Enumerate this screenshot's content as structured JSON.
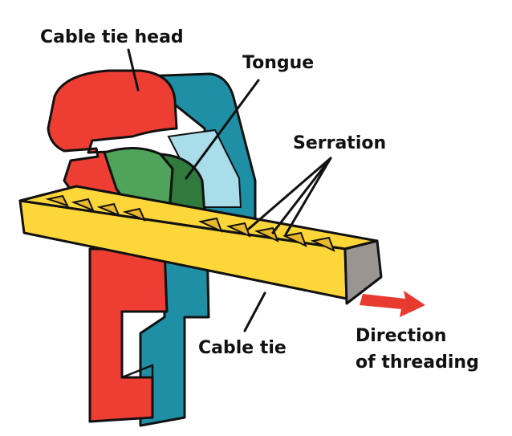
{
  "labels": {
    "cable_tie_head": "Cable tie head",
    "tongue": "Tongue",
    "serration": "Serration",
    "cable_tie": "Cable tie",
    "direction_line1": "Direction",
    "direction_line2": "of threading"
  },
  "colors": {
    "head_red": "#ee3d32",
    "housing_blue": "#1f8fa6",
    "housing_light": "#a8dde9",
    "tongue_green": "#4fa35a",
    "tie_yellow": "#fdd73a",
    "tie_end_grey": "#9a9590",
    "arrow_red": "#e93a30"
  },
  "icons": {
    "threading_arrow": "arrow-right-icon"
  }
}
